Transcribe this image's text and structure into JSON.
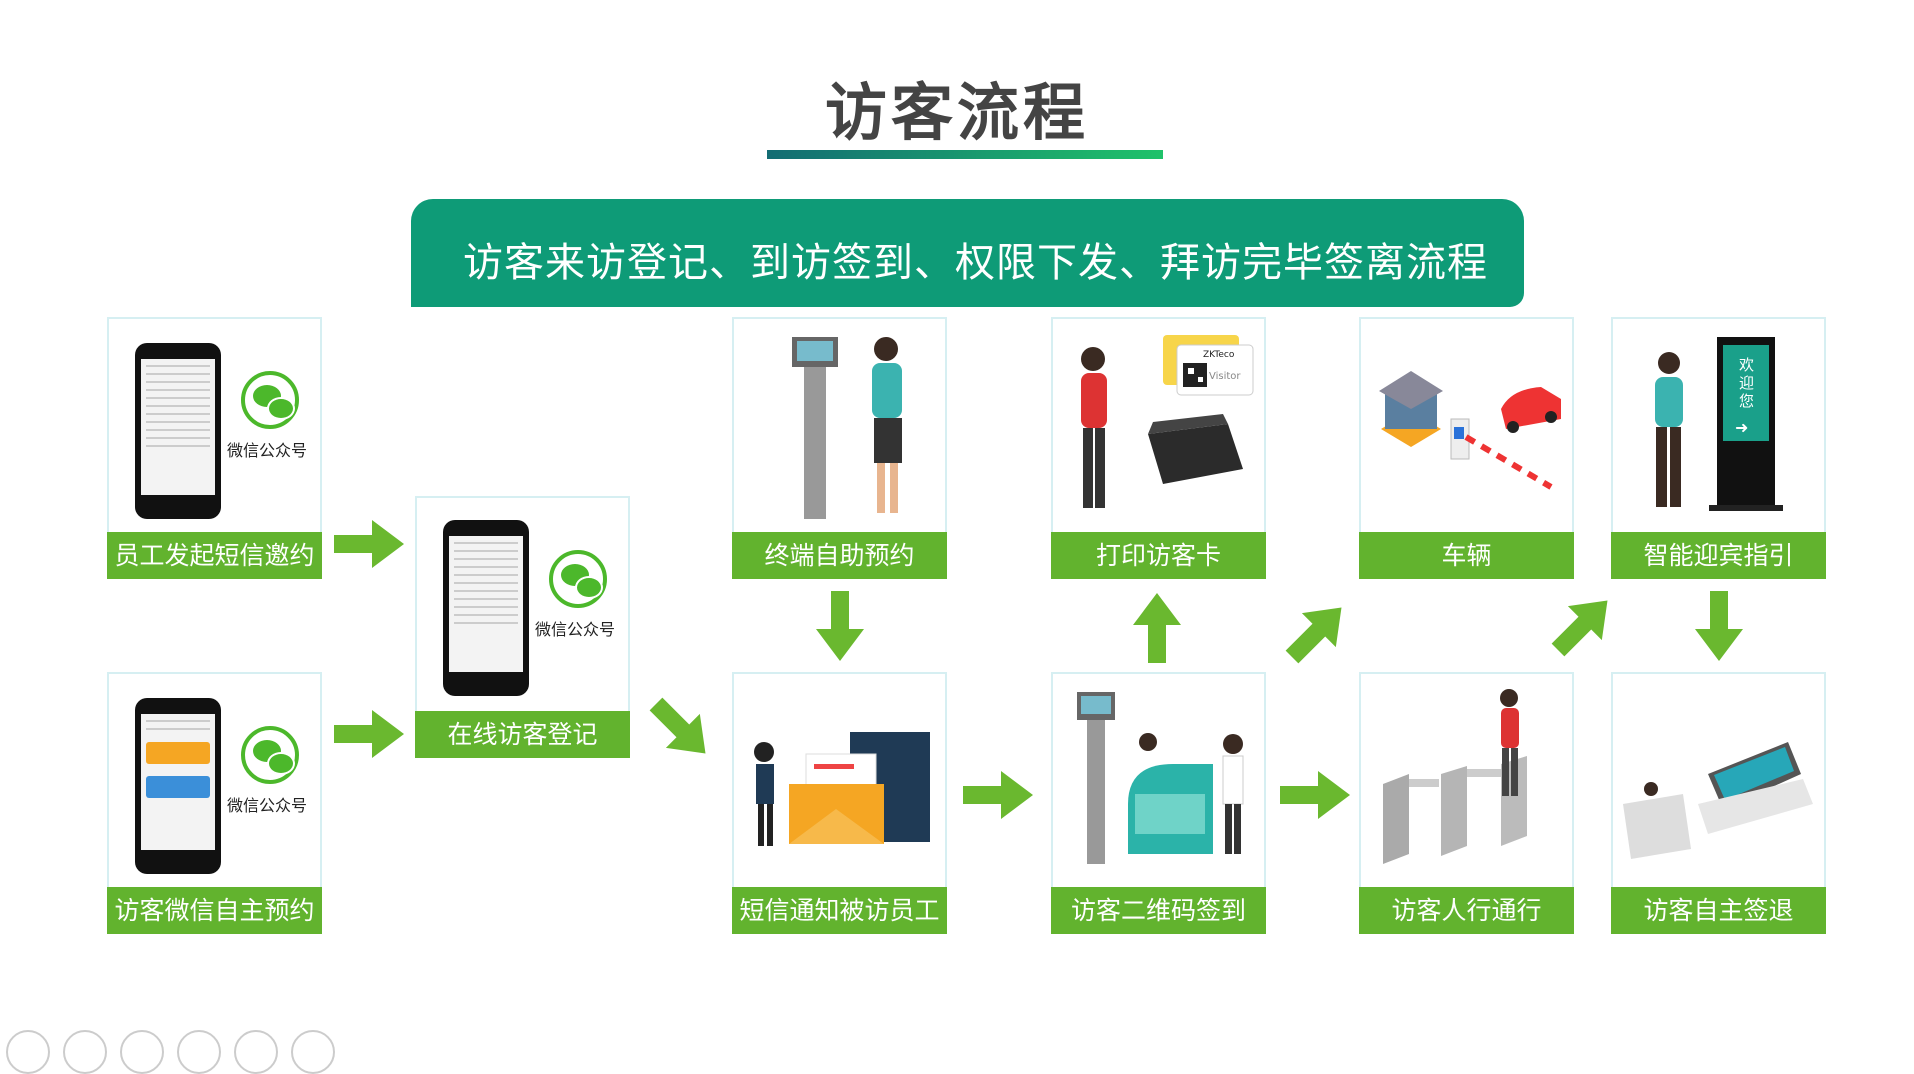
{
  "title": "访客流程",
  "banner": "访客来访登记、到访签到、权限下发、拜访完毕签离流程",
  "wechat_label": "微信公众号",
  "kiosk_text": "欢迎您",
  "card_text": "Visitor",
  "brand": "ZKTeco",
  "steps": {
    "sms_invite": "员工发起短信邀约",
    "wechat_booking": "访客微信自主预约",
    "online_register": "在线访客登记",
    "terminal_booking": "终端自助预约",
    "sms_notify": "短信通知被访员工",
    "print_card": "打印访客卡",
    "qr_signin": "访客二维码签到",
    "vehicle": "车辆",
    "pedestrian": "访客人行通行",
    "guide": "智能迎宾指引",
    "signout": "访客自主签退"
  },
  "colors": {
    "green": "#62b32e",
    "banner": "#0e9b77"
  }
}
